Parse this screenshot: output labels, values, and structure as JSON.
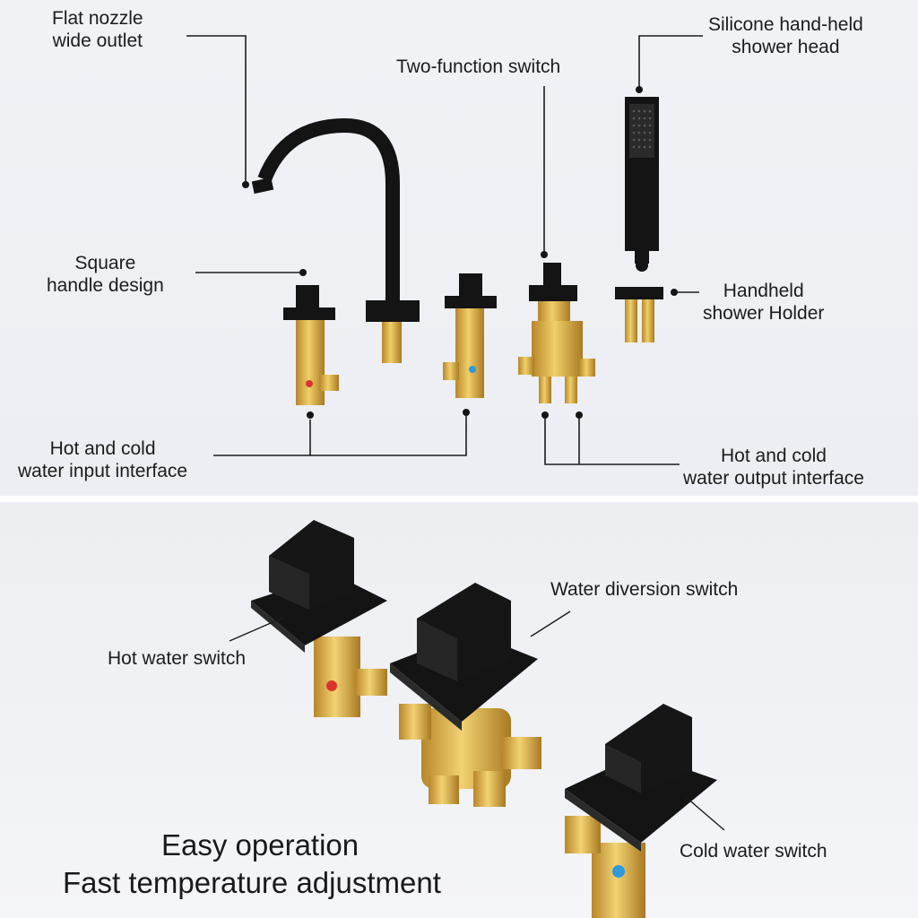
{
  "top_panel": {
    "flat_nozzle": [
      "Flat nozzle",
      "wide outlet"
    ],
    "two_function_switch": "Two-function switch",
    "silicone_shower_head": [
      "Silicone hand-held",
      "shower head"
    ],
    "square_handle": [
      "Square",
      "handle design"
    ],
    "handheld_holder": [
      "Handheld",
      "shower Holder"
    ],
    "input_interface": [
      "Hot and cold",
      "water input interface"
    ],
    "output_interface": [
      "Hot and cold",
      "water output interface"
    ]
  },
  "bottom_panel": {
    "water_diversion_switch": "Water diversion switch",
    "hot_water_switch": "Hot water switch",
    "cold_water_switch": "Cold water switch",
    "tagline": [
      "Easy operation",
      "Fast temperature adjustment"
    ]
  },
  "colors": {
    "brass": "#d4a93f",
    "matte_black": "#141414",
    "hot_dot": "#d9352b",
    "cold_dot": "#2f9ad8"
  }
}
